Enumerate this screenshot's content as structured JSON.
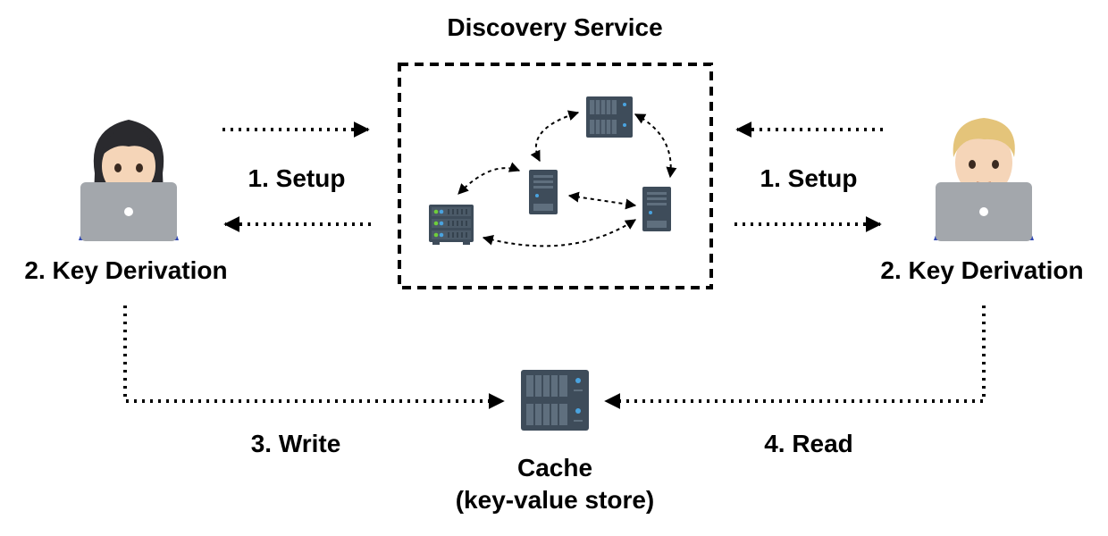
{
  "title": "Discovery Service",
  "left": {
    "setup": "1. Setup",
    "derivation": "2. Key Derivation"
  },
  "right": {
    "setup": "1. Setup",
    "derivation": "2. Key Derivation"
  },
  "write": "3. Write",
  "read": "4. Read",
  "cache": {
    "line1": "Cache",
    "line2": "(key-value store)"
  },
  "colors": {
    "server_dark": "#3e4c5a",
    "server_slot": "#5f6f7e",
    "led_blue": "#4aa3df",
    "led_green": "#6fce3a",
    "laptop": "#a3a7ac",
    "sweater": "#2f47b4",
    "skin": "#f5d5b8",
    "hair_dark": "#2a2a2e",
    "hair_blond": "#e4c47a"
  },
  "icons": [
    "person-woman-laptop-icon",
    "person-man-laptop-icon",
    "server-icon",
    "server-rack-icon",
    "cache-server-icon"
  ]
}
